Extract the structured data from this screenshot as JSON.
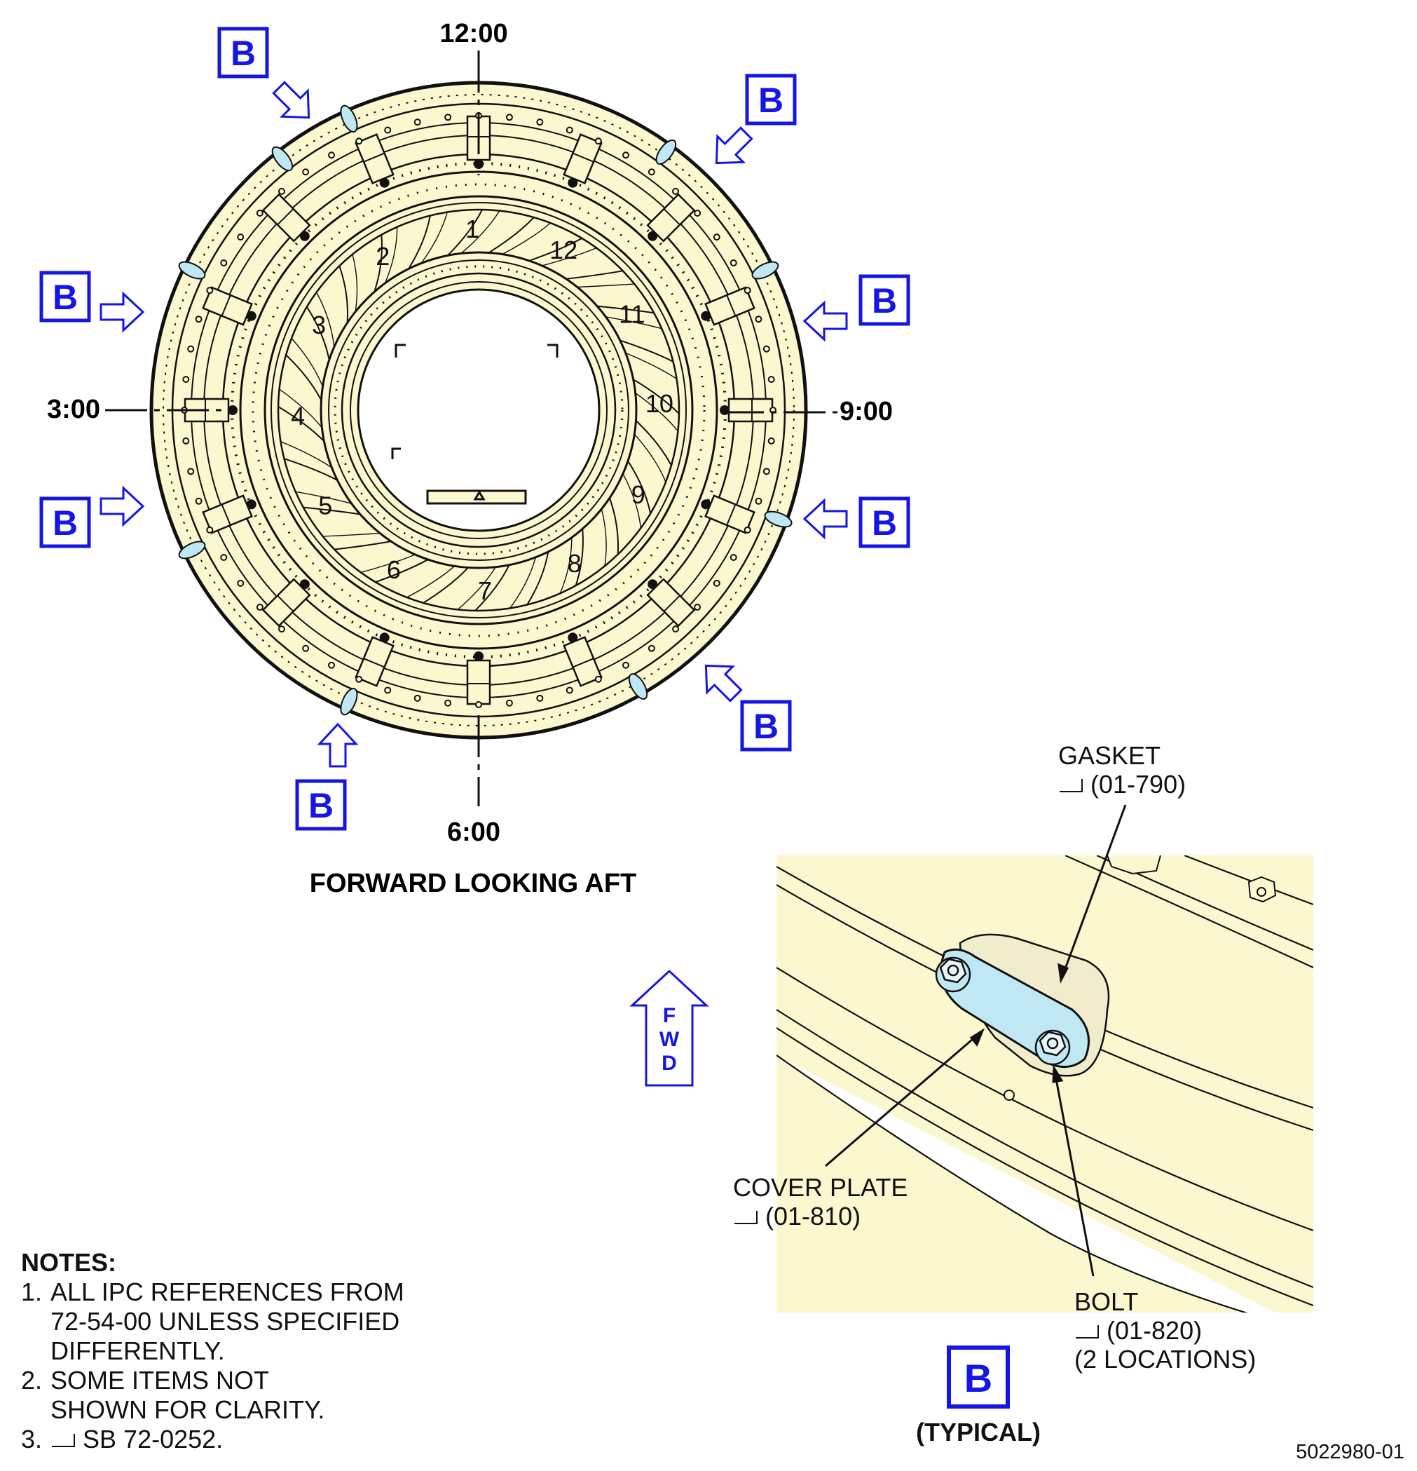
{
  "clock": {
    "c12": "12:00",
    "c3": "3:00",
    "c9": "9:00",
    "c6": "6:00"
  },
  "view_title": "FORWARD LOOKING AFT",
  "detail_marker": "B",
  "segments": [
    "1",
    "2",
    "3",
    "4",
    "5",
    "6",
    "7",
    "8",
    "9",
    "10",
    "11",
    "12"
  ],
  "fwd_letters": [
    "F",
    "W",
    "D"
  ],
  "callouts": {
    "gasket": {
      "name": "GASKET",
      "ref": "(01-790)"
    },
    "cover_plate": {
      "name": "COVER PLATE",
      "ref": "(01-810)"
    },
    "bolt": {
      "name": "BOLT",
      "ref": "(01-820)",
      "qty": "(2 LOCATIONS)"
    }
  },
  "detail_label": {
    "letter": "B",
    "caption": "(TYPICAL)"
  },
  "notes": {
    "title": "NOTES:",
    "items": [
      {
        "num": "1.",
        "lines": [
          "ALL IPC REFERENCES FROM",
          "72-54-00 UNLESS SPECIFIED",
          "DIFFERENTLY."
        ]
      },
      {
        "num": "2.",
        "lines": [
          "SOME ITEMS NOT",
          "SHOWN FOR CLARITY."
        ]
      },
      {
        "num": "3.",
        "lines": [
          "SB 72-0252."
        ]
      }
    ]
  },
  "figure_id": "5022980-01",
  "colors": {
    "part_fill": "#fbf7cf",
    "highlight": "#bfe8f4",
    "marker_blue": "#1515e6",
    "line": "#111111"
  }
}
